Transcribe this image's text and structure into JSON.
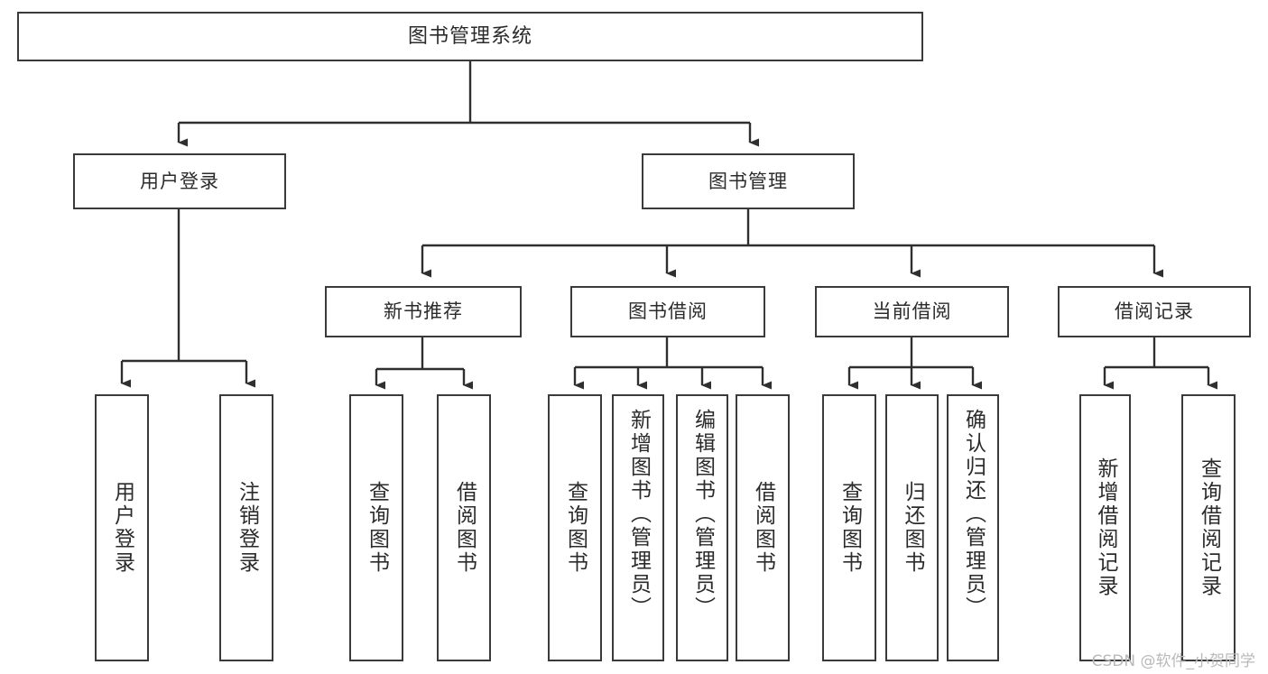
{
  "diagram": {
    "title": "图书管理系统",
    "type": "tree",
    "watermark": "CSDN @软件_小贺同学",
    "colors": {
      "box_border": "#3a3a3a",
      "box_fill": "#ffffff",
      "connector": "#2f2f2f",
      "text": "#2b2b2b",
      "watermark": "#b9b9b9",
      "background": "#ffffff"
    },
    "root": {
      "label": "图书管理系统"
    },
    "level1": [
      {
        "label": "用户登录"
      },
      {
        "label": "图书管理"
      }
    ],
    "level2": [
      {
        "label": "新书推荐"
      },
      {
        "label": "图书借阅"
      },
      {
        "label": "当前借阅"
      },
      {
        "label": "借阅记录"
      }
    ],
    "leaves": {
      "user_login": [
        {
          "label": "用户登录"
        },
        {
          "label": "注销登录"
        }
      ],
      "new_book_recommend": [
        {
          "label": "查询图书"
        },
        {
          "label": "借阅图书"
        }
      ],
      "book_borrow": [
        {
          "label": "查询图书"
        },
        {
          "label": "新增图书（管理员）"
        },
        {
          "label": "编辑图书（管理员）"
        },
        {
          "label": "借阅图书"
        }
      ],
      "current_borrow": [
        {
          "label": "查询图书"
        },
        {
          "label": "归还图书"
        },
        {
          "label": "确认归还（管理员）"
        }
      ],
      "borrow_record": [
        {
          "label": "新增借阅记录"
        },
        {
          "label": "查询借阅记录"
        }
      ]
    }
  }
}
